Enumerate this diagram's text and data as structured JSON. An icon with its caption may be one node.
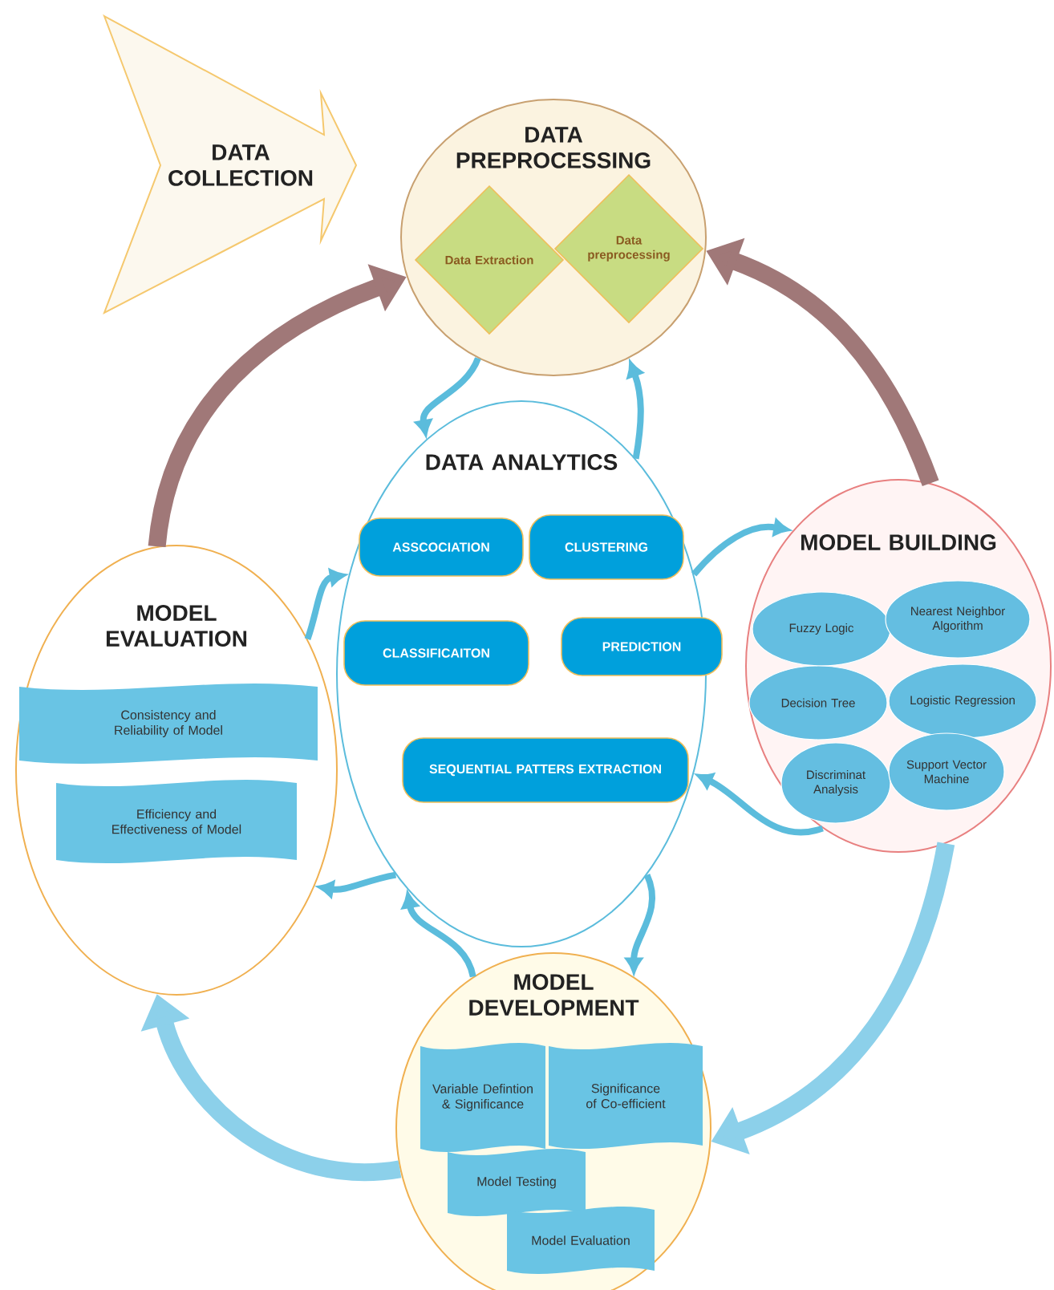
{
  "diagram": {
    "nodes": [
      {
        "text": [
          "DATA COLLECTION"
        ]
      },
      {
        "text": [
          "DATA PREPROCESSING"
        ]
      },
      {
        "text": [
          "Data Extraction"
        ],
        "in": 1
      },
      {
        "text": [
          "Data preprocessing"
        ],
        "in": 1
      },
      {
        "text": [
          "DATA ANALYTICS"
        ]
      },
      {
        "text": [
          "ASSCOCIATION"
        ],
        "in": 4
      },
      {
        "text": [
          "CLUSTERING"
        ],
        "in": 4
      },
      {
        "text": [
          "CLASSIFICAITON"
        ],
        "in": 4
      },
      {
        "text": [
          "PREDICTION"
        ],
        "in": 4
      },
      {
        "text": [
          "SEQUENTIAL PATTERS EXTRACTION"
        ],
        "in": 4
      },
      {
        "text": [
          "MODEL BUILDING"
        ]
      },
      {
        "text": [
          "Fuzzy Logic"
        ],
        "in": 10
      },
      {
        "text": [
          "Nearest Neighbor Algorithm"
        ],
        "in": 10
      },
      {
        "text": [
          "Decision Tree"
        ],
        "in": 10
      },
      {
        "text": [
          "Logistic Regression"
        ],
        "in": 10
      },
      {
        "text": [
          "Discriminat Analysis"
        ],
        "in": 10
      },
      {
        "text": [
          "Support Vector Machine"
        ],
        "in": 10
      },
      {
        "text": [
          "MODEL DEVELOPMENT"
        ]
      },
      {
        "text": [
          "Variable Defintion & Significance"
        ],
        "in": 17
      },
      {
        "text": [
          "Significance of Co-efficient"
        ],
        "in": 17
      },
      {
        "text": [
          "Model Testing"
        ],
        "in": 17
      },
      {
        "text": [
          "Model Evaluation"
        ],
        "in": 17
      },
      {
        "text": [
          "MODEL EVALUATION"
        ]
      },
      {
        "text": [
          "Consistency and Reliability of Model"
        ],
        "in": 22
      },
      {
        "text": [
          "Efficiency and Effectiveness of Model"
        ],
        "in": 22
      }
    ],
    "edges": [
      {
        "from": 1,
        "to": 4,
        "arrow": "to"
      },
      {
        "from": 4,
        "to": 1,
        "arrow": "to"
      },
      {
        "from": 4,
        "to": 10,
        "arrow": "to"
      },
      {
        "from": 10,
        "to": 4,
        "arrow": "to"
      },
      {
        "from": 4,
        "to": 17,
        "arrow": "to"
      },
      {
        "from": 17,
        "to": 4,
        "arrow": "to"
      },
      {
        "from": 4,
        "to": 22,
        "arrow": "to"
      },
      {
        "from": 22,
        "to": 4,
        "arrow": "to"
      },
      {
        "from": 22,
        "to": 1,
        "arrow": "to",
        "style": "thick",
        "color": "#a07878"
      },
      {
        "from": 10,
        "to": 1,
        "arrow": "to",
        "style": "thick",
        "color": "#a07878"
      },
      {
        "from": 10,
        "to": 17,
        "arrow": "to",
        "style": "thick"
      },
      {
        "from": 17,
        "to": 22,
        "arrow": "to",
        "style": "thick"
      }
    ]
  }
}
